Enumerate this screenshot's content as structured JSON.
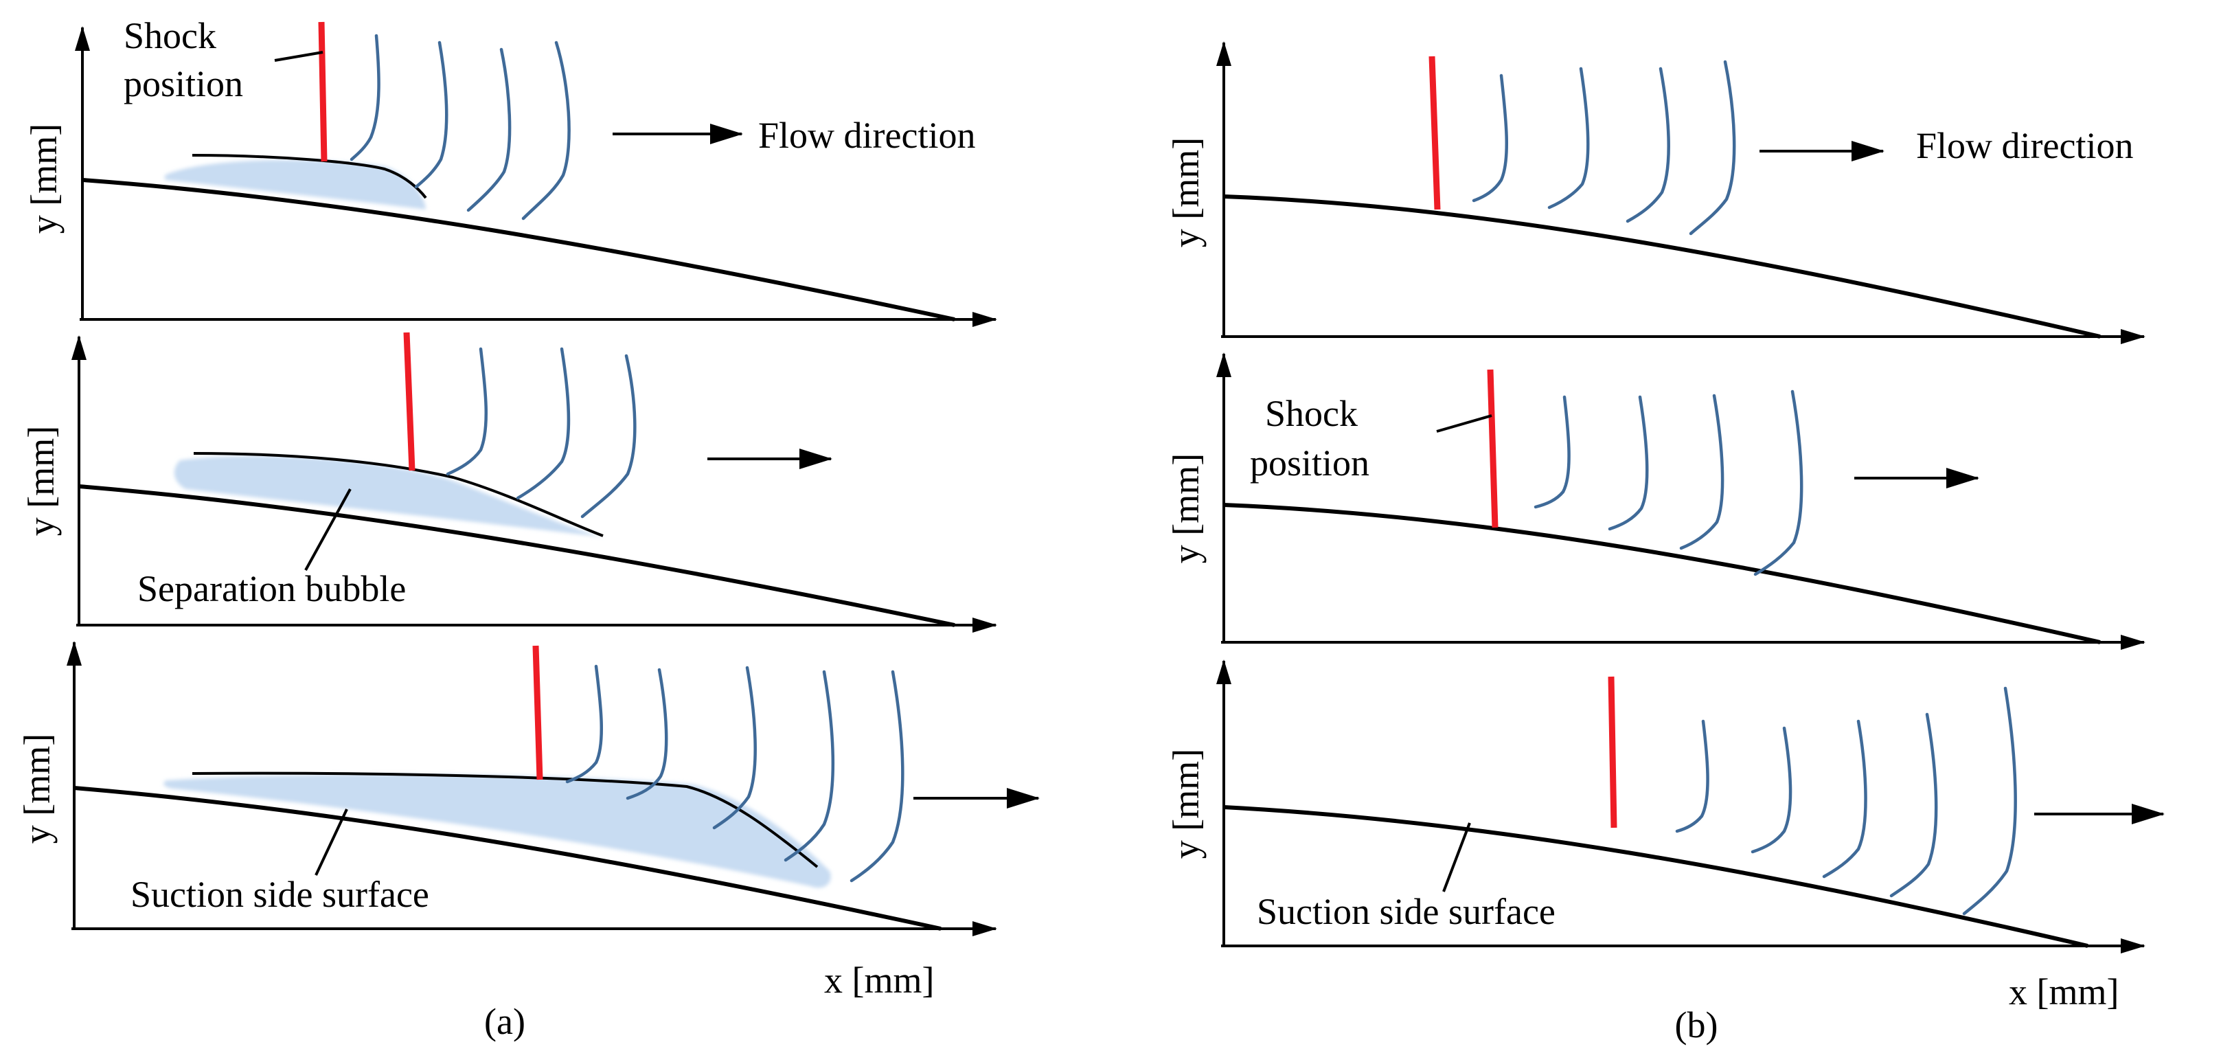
{
  "figure": {
    "panel_a": {
      "caption": "(a)",
      "x_axis_label": "x [mm]",
      "top": {
        "y_axis_label": "y [mm]",
        "shock_label_line1": "Shock",
        "shock_label_line2": "position",
        "flow_label": "Flow direction"
      },
      "middle": {
        "y_axis_label": "y [mm]",
        "bubble_label": "Separation bubble"
      },
      "bottom": {
        "y_axis_label": "y [mm]",
        "surface_label": "Suction side surface"
      }
    },
    "panel_b": {
      "caption": "(b)",
      "x_axis_label": "x [mm]",
      "top": {
        "y_axis_label": "y [mm]",
        "flow_label": "Flow direction"
      },
      "middle": {
        "y_axis_label": "y [mm]",
        "shock_label_line1": "Shock",
        "shock_label_line2": "position"
      },
      "bottom": {
        "y_axis_label": "y [mm]",
        "surface_label": "Suction side surface"
      }
    }
  },
  "colors": {
    "shock": "#ee1c25",
    "velocity_profile": "#3f6a98",
    "separation_bubble": "#c8dcf2",
    "surface": "#000000"
  },
  "icons": {
    "arrowhead": "triangle-arrowhead-icon"
  }
}
